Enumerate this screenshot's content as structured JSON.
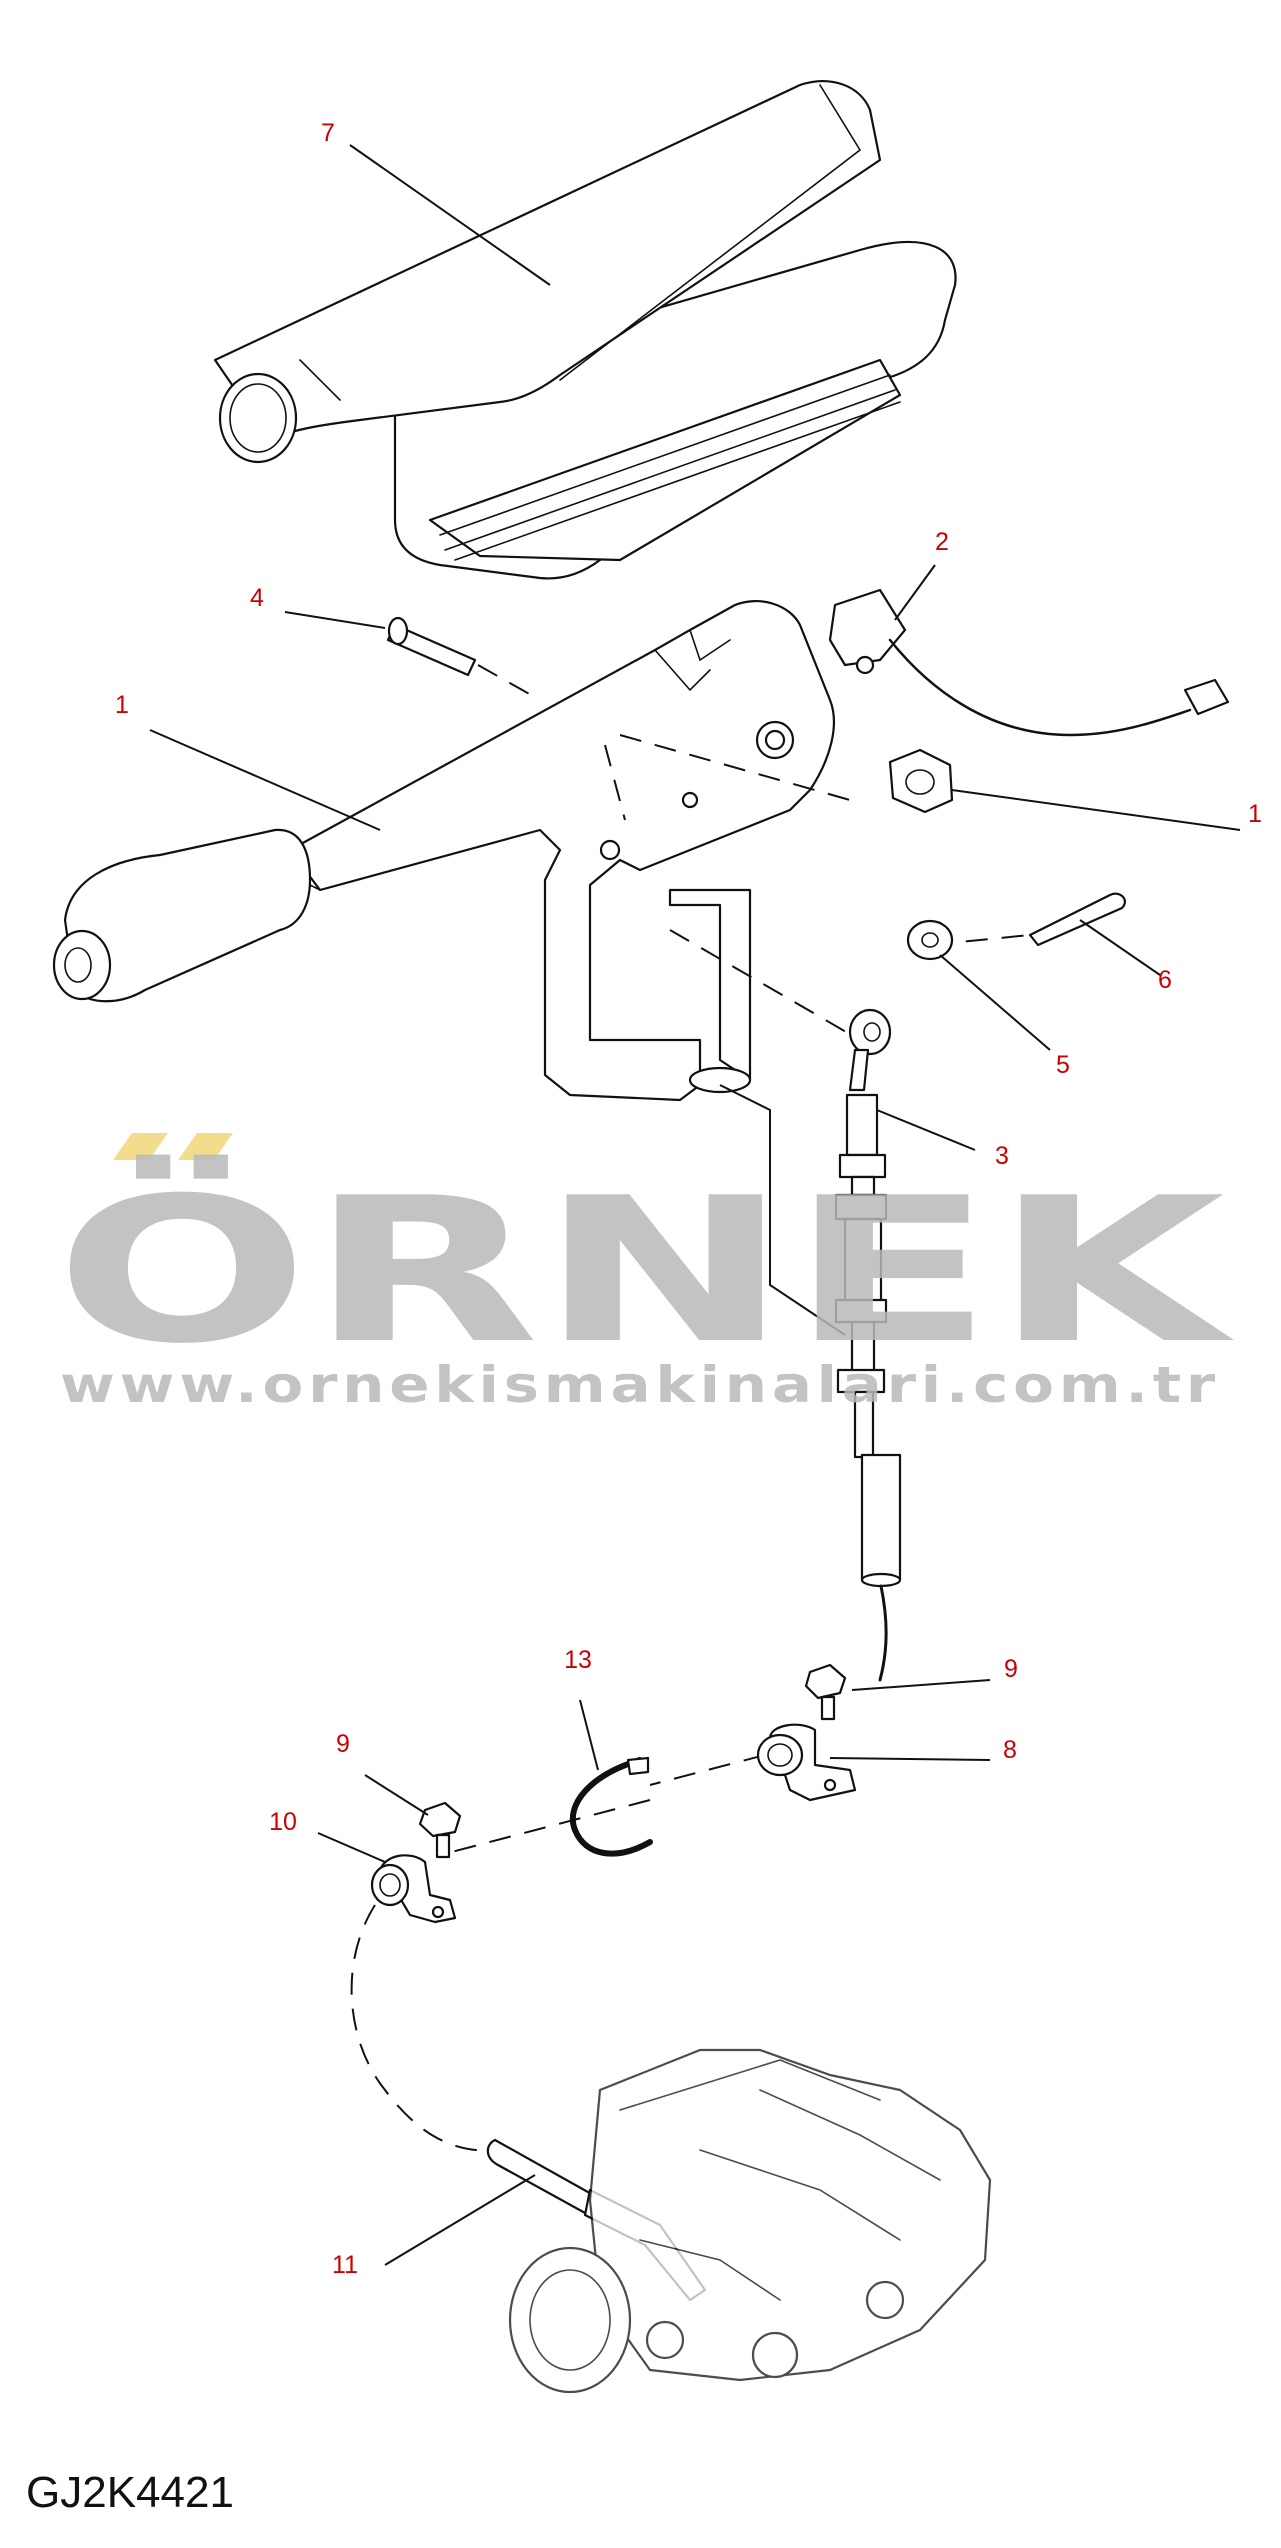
{
  "drawing_code": "GJ2K4421",
  "watermark": {
    "brand": "ÖRNEK",
    "url": "www.ornekismakinalari.com.tr",
    "text_color": "#b9b9b9",
    "accent_color": "#f3dc8c"
  },
  "callout_color": "#cc0000",
  "callouts": [
    {
      "id": "7",
      "label": "7"
    },
    {
      "id": "2",
      "label": "2"
    },
    {
      "id": "4",
      "label": "4"
    },
    {
      "id": "1a",
      "label": "1"
    },
    {
      "id": "1b",
      "label": "1"
    },
    {
      "id": "6",
      "label": "6"
    },
    {
      "id": "5",
      "label": "5"
    },
    {
      "id": "3",
      "label": "3"
    },
    {
      "id": "13",
      "label": "13"
    },
    {
      "id": "9a",
      "label": "9"
    },
    {
      "id": "8",
      "label": "8"
    },
    {
      "id": "9b",
      "label": "9"
    },
    {
      "id": "10",
      "label": "10"
    },
    {
      "id": "11",
      "label": "11"
    }
  ]
}
